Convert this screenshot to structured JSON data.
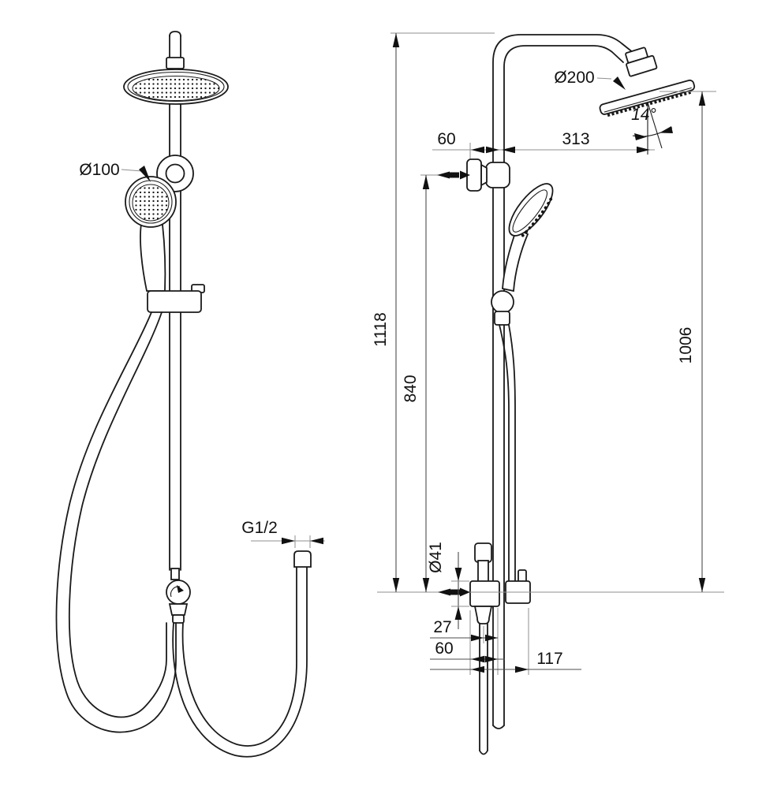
{
  "document": {
    "type": "technical dimension drawing",
    "subject": "Shower system with overhead shower, hand shower and diverter valve - front and side elevations",
    "background_color": "#ffffff",
    "line_color": "#1a1a1a",
    "dimension_line_color": "#8f8f8f",
    "units_implied": "mm"
  },
  "front_view": {
    "labels": {
      "hand_shower_diameter": "Ø100",
      "hose_connection_thread": "G1/2"
    }
  },
  "side_view": {
    "labels": {
      "overhead_shower_diameter": "Ø200",
      "overhead_tilt_angle": "14°",
      "wall_to_riser_offset": "60",
      "overhead_projection": "313",
      "total_height": "1118",
      "bracket_height": "840",
      "overhead_height": "1006",
      "valve_body_diameter": "Ø41",
      "hose_to_riser_offset": "27",
      "wall_to_riser_bottom_offset": "60",
      "valve_projection": "117"
    }
  }
}
